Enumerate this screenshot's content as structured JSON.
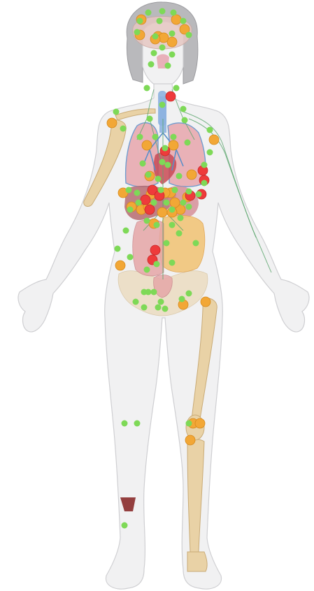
{
  "figure": {
    "colors": {
      "background": "#ffffff",
      "body_fill": "#f1f1f2",
      "body_outline": "#cfcfd2",
      "hair": "#b9b9bc",
      "bone": "#e9d2a6",
      "bone_outline": "#c9ab76",
      "lung": "#e8a7ad",
      "lung_airway": "#5a8fc9",
      "liver": "#b76b71",
      "intestine_small": "#f2c57a",
      "intestine_large": "#e6a7a8",
      "lymph_line": "#5aa56b",
      "brain": "#e6c7c2",
      "dot_green": "#7ed957",
      "dot_orange": "#f2a736",
      "dot_red": "#ee3b3b",
      "wound": "#8a2b2b"
    },
    "markers": {
      "legend": [
        "green",
        "orange",
        "red"
      ],
      "green_count": 78,
      "orange_count": 33,
      "red_count": 12
    }
  }
}
